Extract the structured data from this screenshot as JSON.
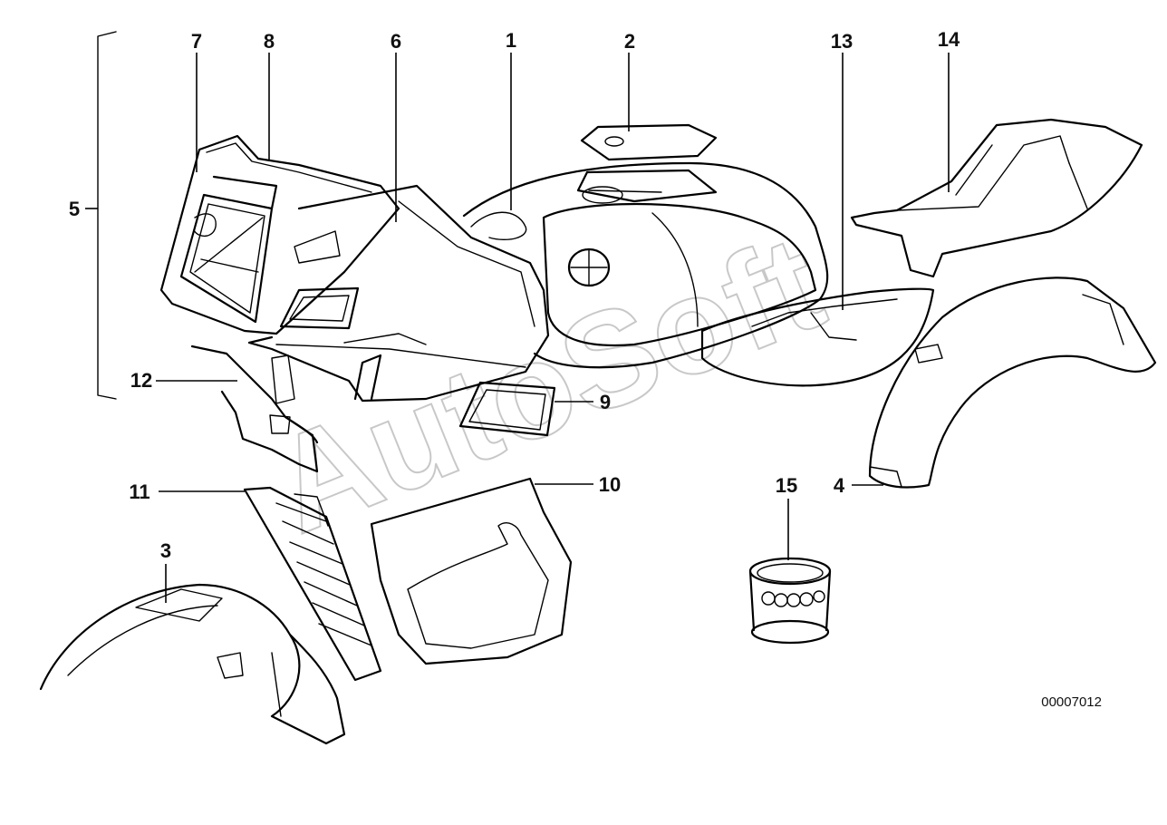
{
  "diagram": {
    "callouts": {
      "c1": "1",
      "c2": "2",
      "c3": "3",
      "c4": "4",
      "c5": "5",
      "c6": "6",
      "c7": "7",
      "c8": "8",
      "c9": "9",
      "c10": "10",
      "c11": "11",
      "c12": "12",
      "c13": "13",
      "c14": "14",
      "c15": "15"
    },
    "drawing_number": "00007012",
    "watermark": "AutoSoft",
    "colors": {
      "line": "#000000",
      "watermark": "#c8c8c8",
      "background": "#ffffff"
    }
  }
}
